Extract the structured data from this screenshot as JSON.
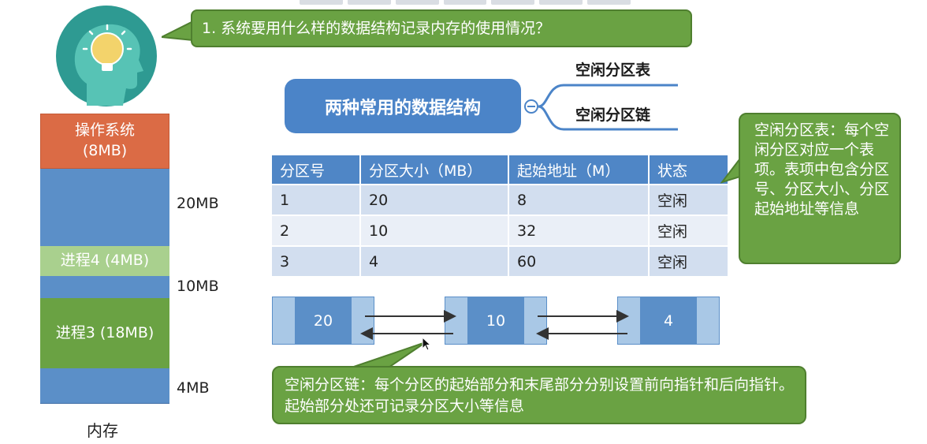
{
  "question": "1. 系统要用什么样的数据结构记录内存的使用情况？",
  "memory": {
    "os_label": "操作系统",
    "os_size": "(8MB)",
    "p4_label": "进程4 (4MB)",
    "p3_label": "进程3 (18MB)",
    "free_sizes": [
      "20MB",
      "10MB",
      "4MB"
    ],
    "caption": "内存"
  },
  "mindmap": {
    "root": "两种常用的数据结构",
    "children": [
      "空闲分区表",
      "空闲分区链"
    ]
  },
  "table": {
    "headers": [
      "分区号",
      "分区大小（MB）",
      "起始地址（M）",
      "状态"
    ],
    "rows": [
      [
        "1",
        "20",
        "8",
        "空闲"
      ],
      [
        "2",
        "10",
        "32",
        "空闲"
      ],
      [
        "3",
        "4",
        "60",
        "空闲"
      ]
    ]
  },
  "table_note": "空闲分区表：每个空闲分区对应一个表项。表项中包含分区号、分区大小、分区起始地址等信息",
  "linked_list": {
    "nodes": [
      "20",
      "10",
      "4"
    ]
  },
  "chain_note": "空闲分区链：每个分区的起始部分和末尾部分分别设置前向指针和后向指针。起始部分处还可记录分区大小等信息",
  "colors": {
    "callout_green": "#6aa243",
    "block_blue": "#5b8fc8",
    "os_orange": "#db6b45",
    "process_light_green": "#a9d08e",
    "header_blue": "#4f86c6"
  }
}
